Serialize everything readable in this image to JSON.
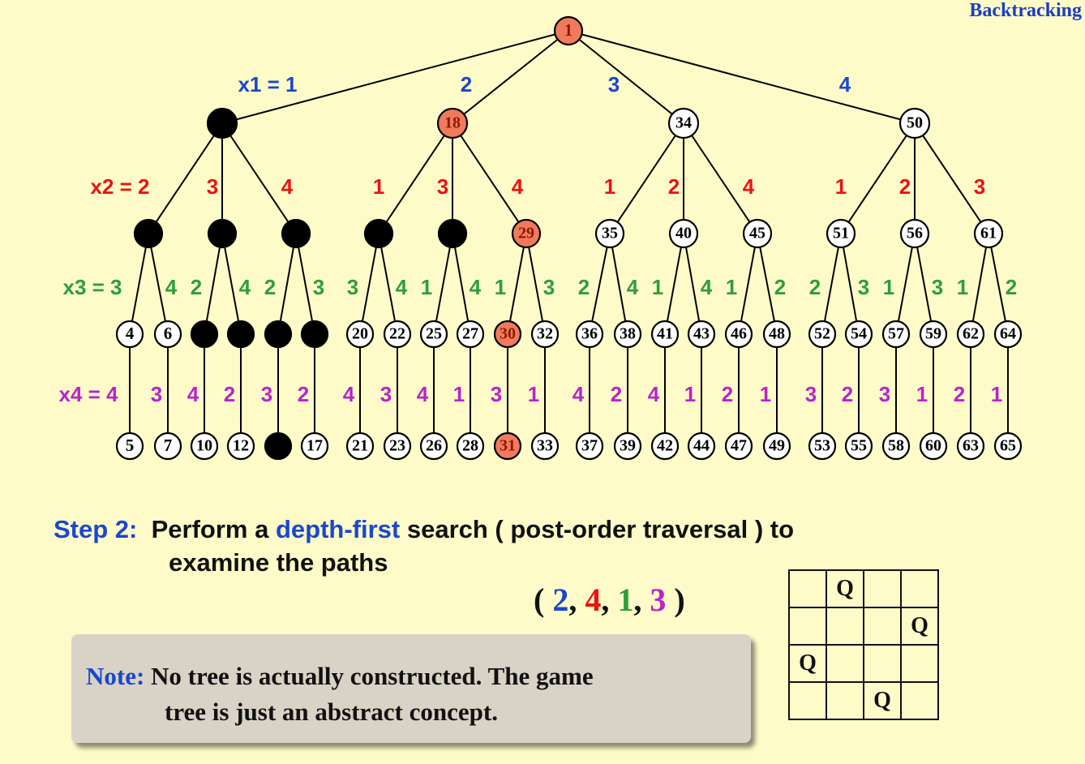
{
  "header": "Backtracking",
  "tree": {
    "edge_labels": {
      "x1": [
        "x1 = 1",
        "2",
        "3",
        "4"
      ],
      "x2": [
        "x2 = 2",
        "3",
        "4",
        "1",
        "3",
        "4",
        "1",
        "2",
        "4",
        "1",
        "2",
        "3"
      ],
      "x3": [
        "x3 = 3",
        "4",
        "2",
        "4",
        "2",
        "3",
        "3",
        "4",
        "1",
        "4",
        "1",
        "3",
        "2",
        "4",
        "1",
        "4",
        "1",
        "2",
        "2",
        "3",
        "1",
        "3",
        "1",
        "2"
      ],
      "x4": [
        "x4 = 4",
        "3",
        "4",
        "2",
        "3",
        "2",
        "4",
        "3",
        "4",
        "1",
        "3",
        "1",
        "4",
        "2",
        "4",
        "1",
        "2",
        "1",
        "3",
        "2",
        "3",
        "1",
        "2",
        "1"
      ]
    },
    "root": "1",
    "level1": [
      "",
      "18",
      "34",
      "50"
    ],
    "level2": [
      "",
      "",
      "",
      "",
      "",
      "29",
      "35",
      "40",
      "45",
      "51",
      "56",
      "61"
    ],
    "level3": [
      "4",
      "6",
      "",
      "",
      "",
      "",
      "20",
      "22",
      "25",
      "27",
      "30",
      "32",
      "36",
      "38",
      "41",
      "43",
      "46",
      "48",
      "52",
      "54",
      "57",
      "59",
      "62",
      "64"
    ],
    "level4": [
      "5",
      "7",
      "10",
      "12",
      "",
      "17",
      "21",
      "23",
      "26",
      "28",
      "31",
      "33",
      "37",
      "39",
      "42",
      "44",
      "47",
      "49",
      "53",
      "55",
      "58",
      "60",
      "63",
      "65"
    ],
    "states": {
      "path": [
        "1",
        "18",
        "29",
        "30",
        "31"
      ],
      "colors": {
        "path": "#f07a5c",
        "pruned": "#000000",
        "open": "#ffffff",
        "x1": "#1a47d0",
        "x2": "#ee1111",
        "x3": "#2e9e3a",
        "x4": "#bb22cc"
      }
    }
  },
  "step": {
    "label": "Step 2:",
    "text1": "Perform a",
    "highlight": "depth-first",
    "text2": "search ( post-order traversal ) to",
    "line2": "examine the paths"
  },
  "tuple": {
    "open": "(",
    "v1": "2",
    "c1": ",",
    "v2": "4",
    "c2": ",",
    "v3": "1",
    "c3": ",",
    "v4": "3",
    "close": ")"
  },
  "note": {
    "label": "Note:",
    "line1": "No tree is actually constructed.  The game",
    "line2": "tree is just an abstract concept."
  },
  "board": [
    [
      "",
      "Q",
      "",
      ""
    ],
    [
      "",
      "",
      "",
      "Q"
    ],
    [
      "Q",
      "",
      "",
      ""
    ],
    [
      "",
      "",
      "Q",
      ""
    ]
  ]
}
